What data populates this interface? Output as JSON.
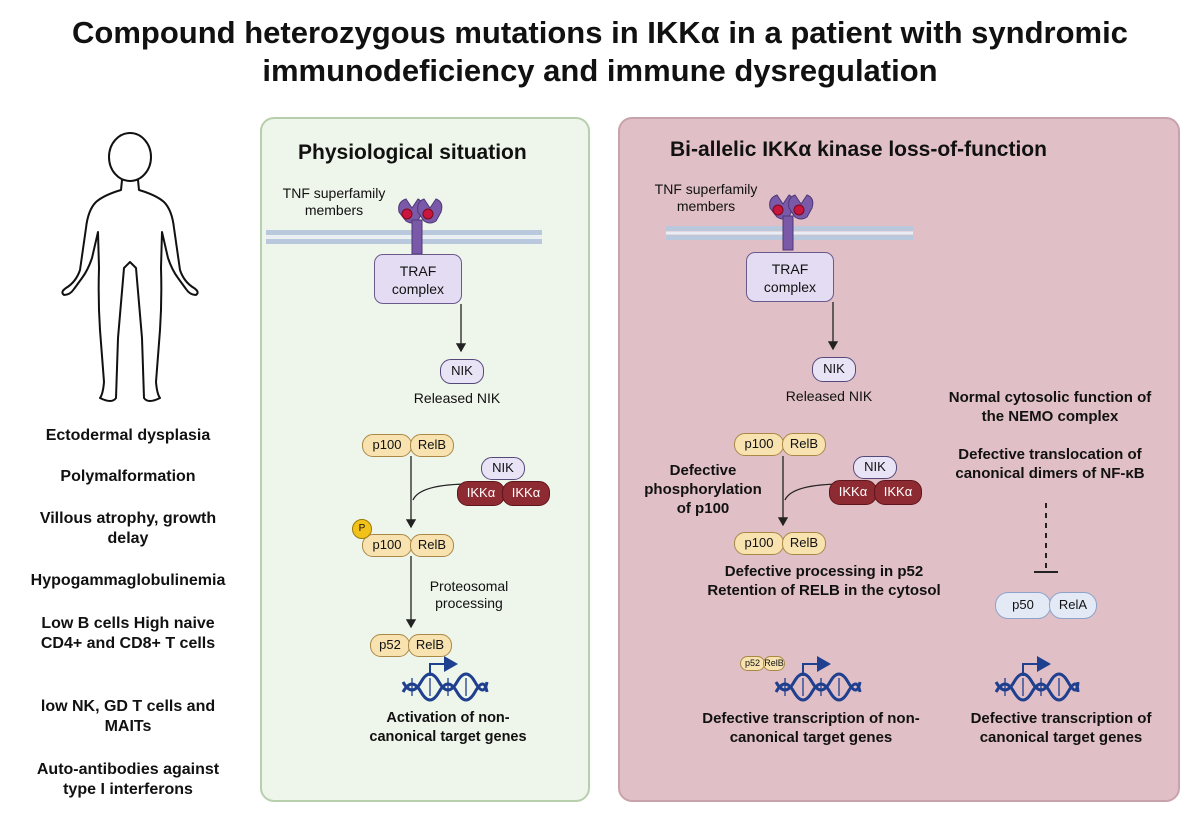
{
  "title": "Compound heterozygous mutations in IKKα in a patient with syndromic immunodeficiency and immune dysregulation",
  "symptoms": [
    "Ectodermal dysplasia",
    "Polymalformation",
    "Villous atrophy, growth delay",
    "Hypogammaglobulinemia",
    "Low B cells High naive CD4+ and CD8+ T cells",
    "low NK, GD T cells and MAITs",
    "Auto-antibodies against type I interferons"
  ],
  "left_panel": {
    "title": "Physiological situation",
    "tnf_label": "TNF superfamily members",
    "traf_label": "TRAF complex",
    "nik": "NIK",
    "released_nik": "Released NIK",
    "p100": "p100",
    "relb": "RelB",
    "ikka": "IKKα",
    "phospho": "P",
    "processing": "Proteosomal processing",
    "p52": "p52",
    "activation": "Activation of non-canonical target genes"
  },
  "right_panel": {
    "title": "Bi-allelic IKKα kinase loss-of-function",
    "tnf_label": "TNF superfamily members",
    "traf_label": "TRAF complex",
    "nik": "NIK",
    "released_nik": "Released NIK",
    "p100": "p100",
    "relb": "RelB",
    "ikka": "IKKα",
    "defective_phos": "Defective phosphorylation of p100",
    "defective_processing": "Defective processing in p52 Retention of RELB in the cytosol",
    "p52": "p52",
    "relb_small": "RelB",
    "defective_noncanonical": "Defective transcription of non-canonical target genes",
    "normal_nemo": "Normal cytosolic function of the NEMO complex",
    "defective_translocation": "Defective translocation of canonical dimers of NF-κB",
    "p50": "p50",
    "rela": "RelA",
    "defective_canonical": "Defective transcription of canonical target genes"
  },
  "colors": {
    "left_panel_bg": "#eef5ea",
    "right_panel_bg": "#e0c0c6",
    "ikka_fill": "#8e2a31",
    "p100_fill": "#f7e2b0",
    "dna_blue": "#1f3f8f"
  }
}
